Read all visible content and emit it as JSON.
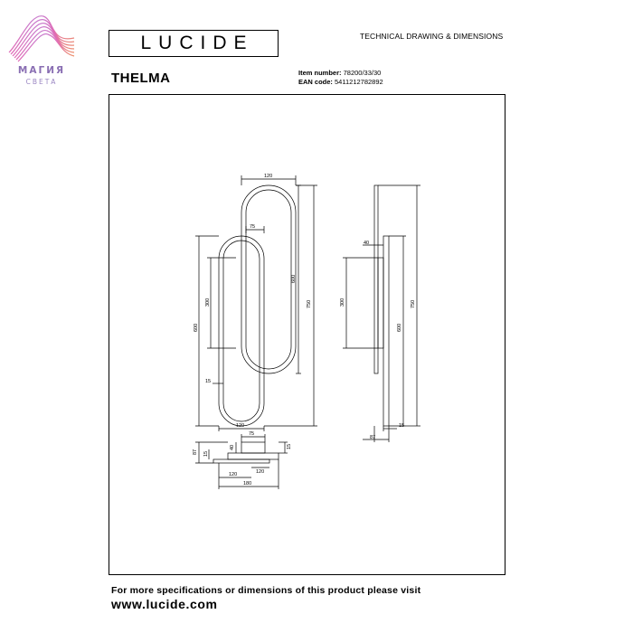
{
  "watermark": {
    "title": "МАГИЯ",
    "subtitle": "СВЕТА"
  },
  "header": {
    "logo": "LUCIDE",
    "caption": "TECHNICAL DRAWING & DIMENSIONS"
  },
  "product": {
    "name": "THELMA",
    "item_number_label": "Item number:",
    "item_number": "78200/33/30",
    "ean_label": "EAN code:",
    "ean": "5411212782892"
  },
  "drawing": {
    "front": {
      "top_width": "120",
      "inner_offset": "75",
      "upper_height": "600",
      "total_height": "750",
      "inner_height": "300",
      "lower_height": "600",
      "ring_thickness": "15",
      "bottom_width": "120"
    },
    "side": {
      "depth_top": "40",
      "mount_height": "300",
      "ring_height": "600",
      "total_height": "750",
      "ring_depth": "15",
      "total_depth": "87"
    },
    "top": {
      "plate_width": "75",
      "plate_depth": "40",
      "total_depth": "87",
      "ring_depth": "15",
      "ring_width": "15",
      "base_width": "120",
      "plate_offset": "120",
      "overall_width": "180"
    }
  },
  "footer": {
    "line": "For more specifications or dimensions of this product please visit",
    "url": "www.lucide.com"
  }
}
